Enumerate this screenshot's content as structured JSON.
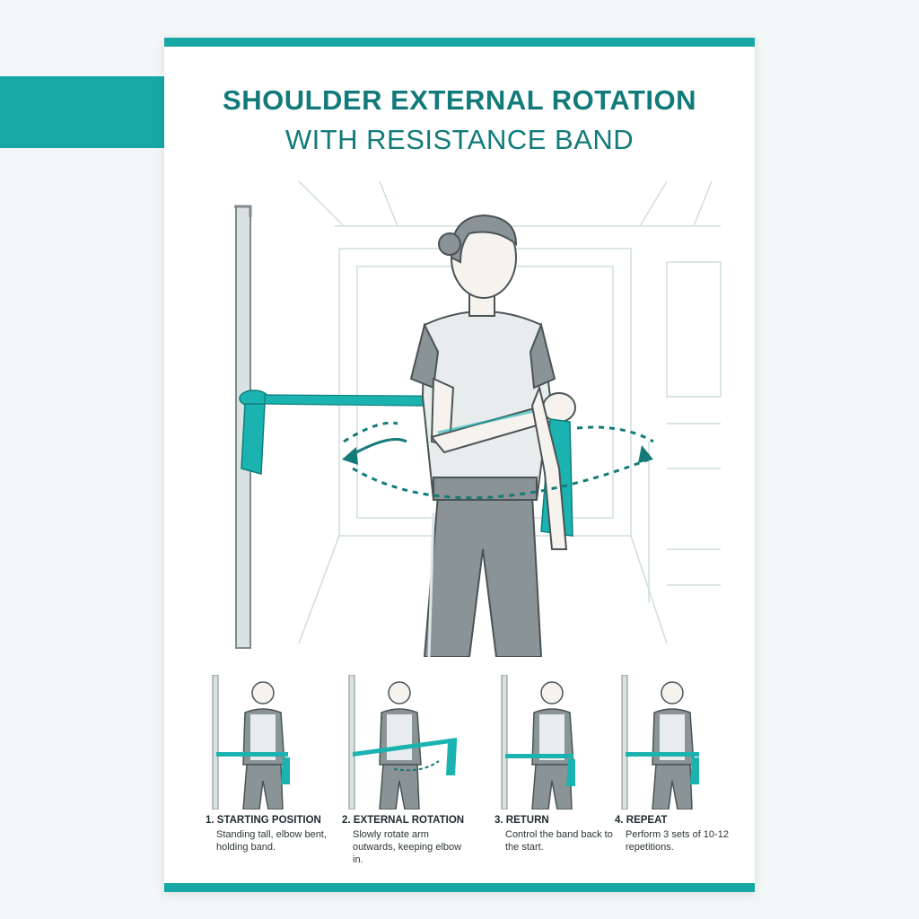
{
  "poster": {
    "title_line1": "SHOULDER EXTERNAL ROTATION",
    "title_line2": "WITH RESISTANCE BAND"
  },
  "steps": [
    {
      "title": "1. STARTING POSITION",
      "desc": "Standing tall, elbow bent, holding band."
    },
    {
      "title": "2. EXTERNAL ROTATION",
      "desc": "Slowly rotate arm outwards, keeping elbow in."
    },
    {
      "title": "3. RETURN",
      "desc": "Control the band back to the start."
    },
    {
      "title": "4. REPEAT",
      "desc": "Perform 3 sets of 10-12 repetitions."
    }
  ],
  "colors": {
    "accent": "#17a8a6",
    "title": "#137a7a",
    "body_gray": "#8a9396",
    "skin": "#f6f2ee",
    "outline": "#4a5457"
  },
  "icons": {
    "illustration": "woman-with-resistance-band-illustration",
    "motion_arrow": "curved-double-arrow-icon"
  }
}
